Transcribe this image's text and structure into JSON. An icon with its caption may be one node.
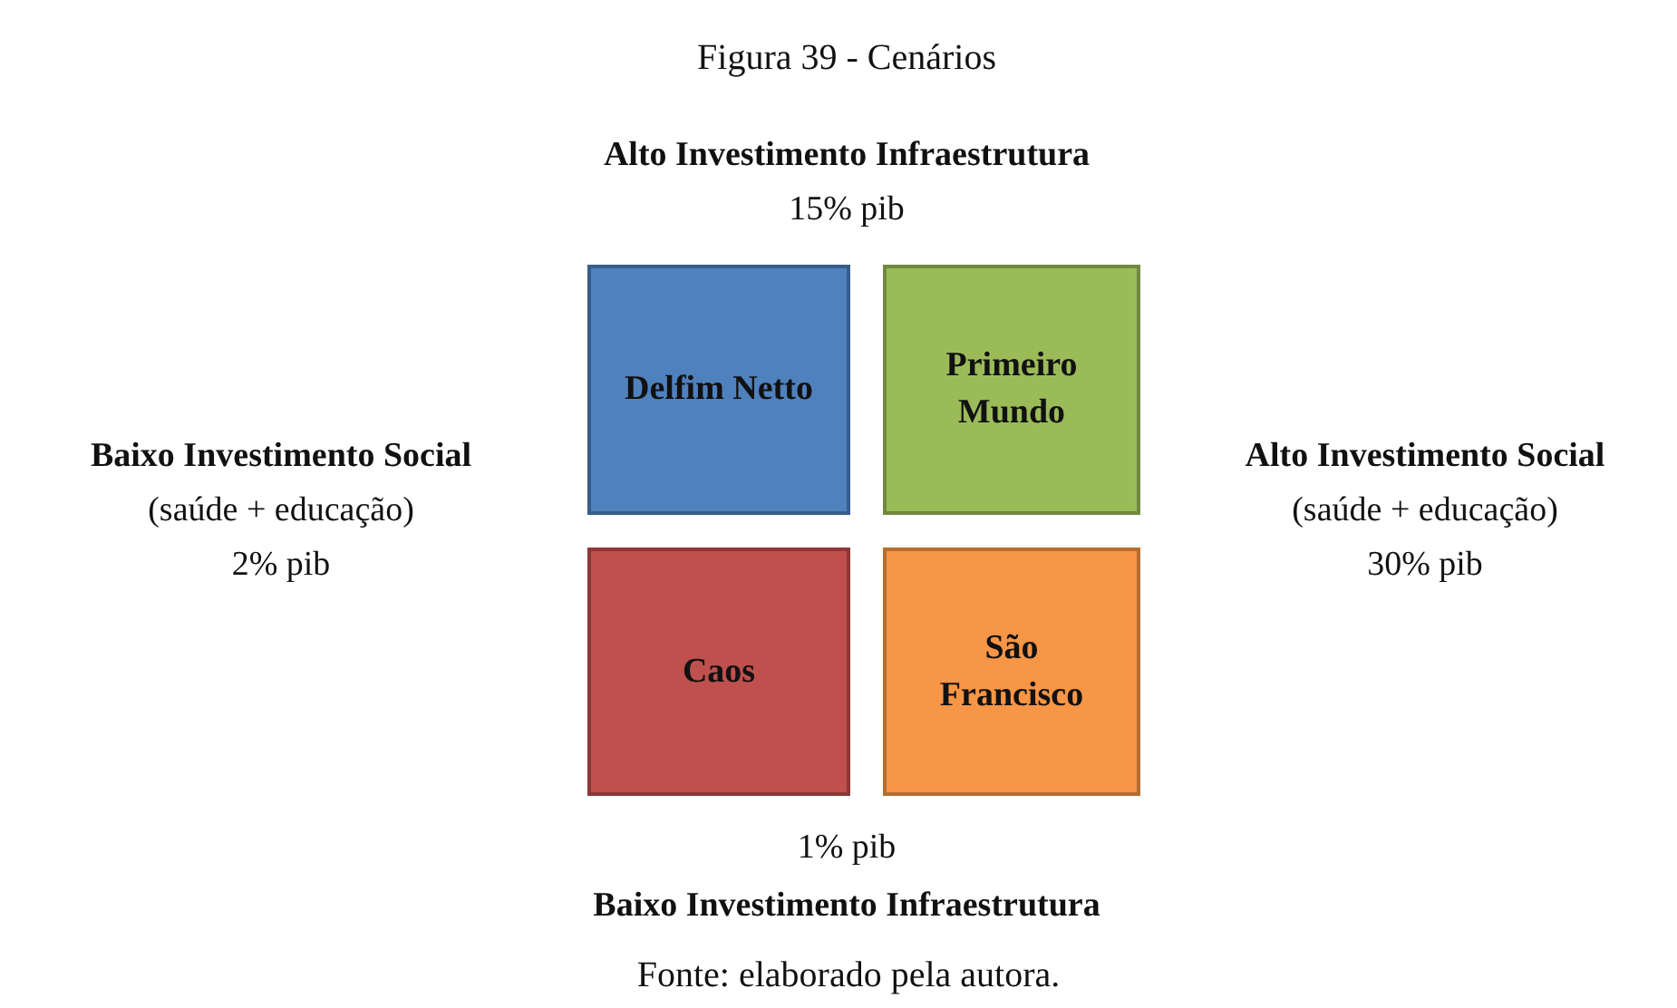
{
  "diagram": {
    "title": "Figura 39 - Cenários",
    "caption": "Fonte: elaborado pela autora.",
    "nodes": [
      {
        "text": [
          "Delfim Netto"
        ]
      },
      {
        "text": [
          "Primeiro Mundo"
        ]
      },
      {
        "text": [
          "Caos"
        ]
      },
      {
        "text": [
          "São Francisco"
        ]
      }
    ],
    "edges": [],
    "labels": [
      "Alto Investimento Infraestrutura",
      "15% pib",
      "Baixo Investimento Social",
      "(saúde + educação)",
      "2% pib",
      "Alto Investimento Social",
      "(saúde + educação)",
      "30% pib",
      "1% pib",
      "Baixo Investimento Infraestrutura"
    ]
  }
}
